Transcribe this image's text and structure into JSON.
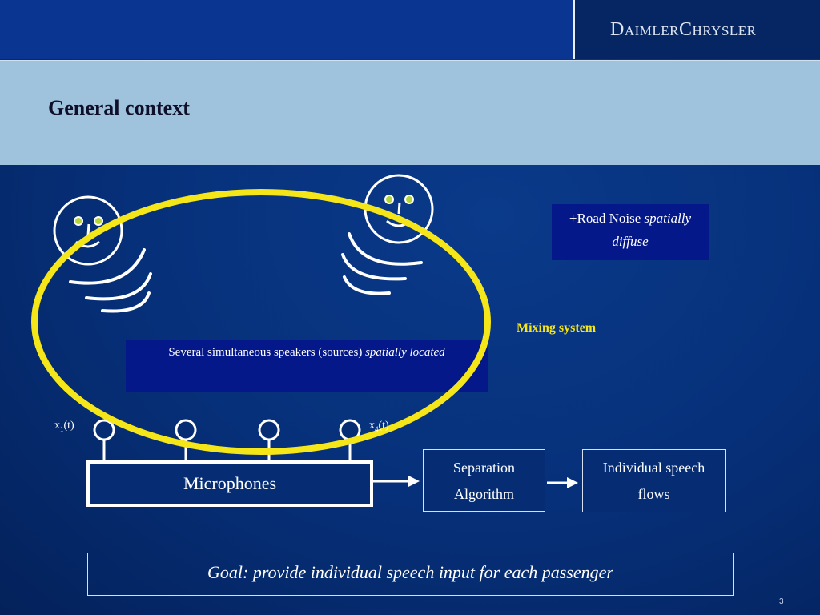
{
  "header": {
    "logo": "DaimlerChrysler"
  },
  "title": "General context",
  "noise_box": {
    "text": "+Road Noise ",
    "emphasis": "spatially diffuse"
  },
  "mixing_label": "Mixing system",
  "speakers_box": {
    "text": "Several simultaneous speakers (sources) ",
    "emphasis": "spatially located"
  },
  "signals": {
    "first": {
      "base": "x",
      "sub": "1",
      "suffix": "(t)"
    },
    "last": {
      "base": "x",
      "sub": "4",
      "suffix": "(t)"
    }
  },
  "microphones_label": "Microphones",
  "separation_label": {
    "line1": "Separation",
    "line2": "Algorithm"
  },
  "output_label": {
    "line1": "Individual speech",
    "line2": "flows"
  },
  "goal": "Goal: provide individual speech input for each passenger",
  "page_number": "3",
  "colors": {
    "highlight_ellipse": "#f5e619",
    "navy_box": "#05188a",
    "title_band": "#9fc3dd"
  }
}
